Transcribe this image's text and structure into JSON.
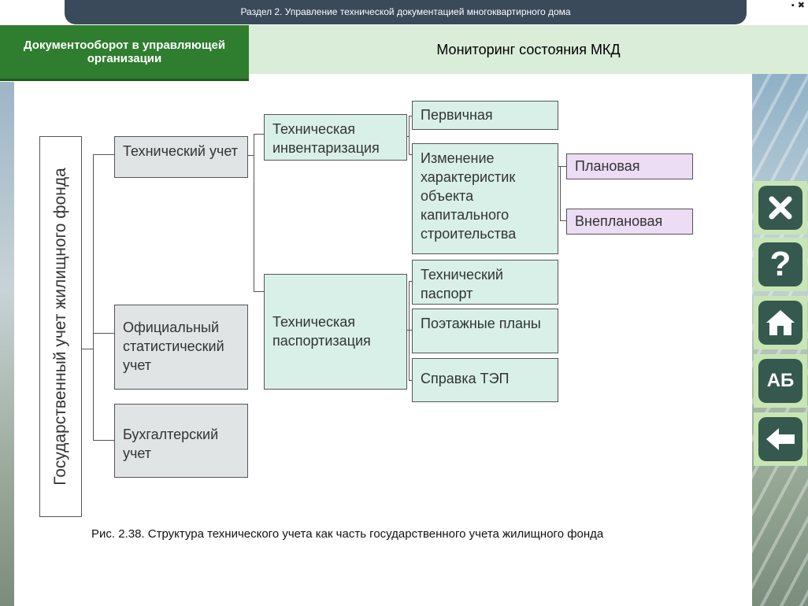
{
  "window": {
    "title": "Раздел 2. Управление технической документацией многоквартирного дома"
  },
  "nav": {
    "left_tab": "Документооборот в управляющей организации",
    "right_tab": "Мониторинг состояния МКД"
  },
  "diagram": {
    "root": "Государственный учет жилищного фонда",
    "level1": {
      "tech": "Технический учет",
      "official": "Официальный статистический учет",
      "accounting": "Бухгалтерский учет"
    },
    "level2": {
      "inventory": "Техническая инвентаризация",
      "passport": "Техническая паспортизация"
    },
    "level3": {
      "primary": "Первичная",
      "change": "Изменение характеристик объекта капитального строительства",
      "tech_passport": "Технический паспорт",
      "floor_plans": "Поэтажные планы",
      "tep": "Справка ТЭП"
    },
    "level4": {
      "planned": "Плановая",
      "unplanned": "Внеплановая"
    }
  },
  "caption": "Рис. 2.38. Структура технического учета как часть государственного учета жилищного фонда",
  "side_buttons": {
    "close_icon": "close-icon",
    "help_icon": "question-icon",
    "home_icon": "home-icon",
    "glossary_label": "АБ",
    "back_icon": "arrow-left-icon"
  },
  "colors": {
    "header_bar": "#3a4a5a",
    "active_tab": "#2f7d2f",
    "inactive_tab": "#d9edd9",
    "button_bg": "#35594f",
    "gray_box": "#e0e4e4",
    "teal_box": "#d8f0e8",
    "pink_box": "#ecdcf4"
  }
}
